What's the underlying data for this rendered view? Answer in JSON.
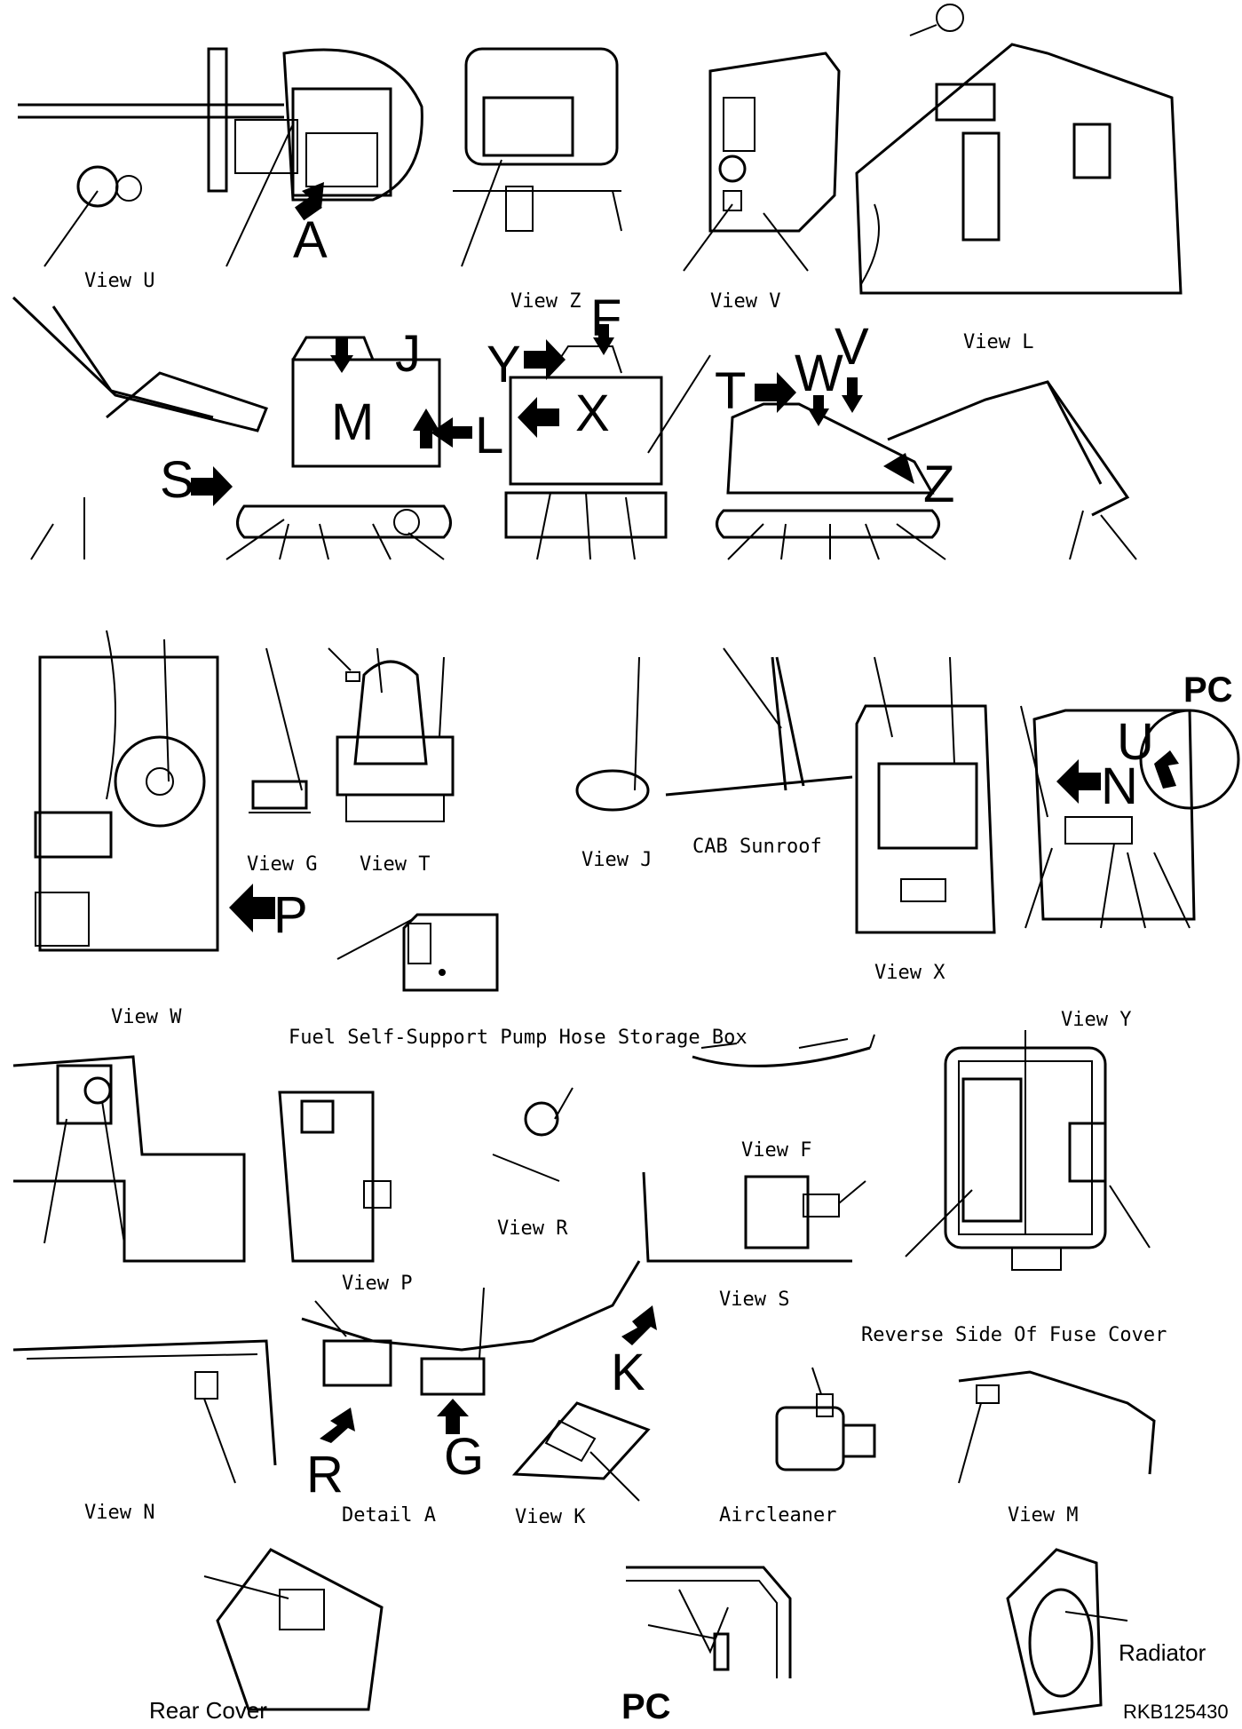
{
  "drawing_number": "RKB125430",
  "view_labels": {
    "view_u": "View U",
    "view_z": "View Z",
    "view_v": "View V",
    "view_l": "View L",
    "view_g": "View G",
    "view_t": "View T",
    "view_j": "View J",
    "cab_sunroof": "CAB Sunroof",
    "view_x": "View X",
    "view_w": "View W",
    "fuel_box": "Fuel Self-Support Pump Hose Storage Box",
    "view_y": "View Y",
    "view_f": "View F",
    "view_r": "View R",
    "view_p": "View P",
    "view_s": "View S",
    "fuse_cover": "Reverse Side Of Fuse Cover",
    "view_n": "View N",
    "detail_a": "Detail A",
    "view_k": "View K",
    "aircleaner": "Aircleaner",
    "view_m": "View M",
    "rear_cover": "Rear Cover",
    "radiator": "Radiator"
  },
  "arrow_letters": {
    "a": "A",
    "f": "F",
    "j": "J",
    "y": "Y",
    "l": "L",
    "m": "M",
    "x": "X",
    "t": "T",
    "w": "W",
    "v": "V",
    "s": "S",
    "z": "Z",
    "u": "U",
    "n": "N",
    "p": "P",
    "r": "R",
    "g": "G",
    "k": "K"
  },
  "pc_labels": {
    "top": "PC",
    "bottom": "PC"
  }
}
